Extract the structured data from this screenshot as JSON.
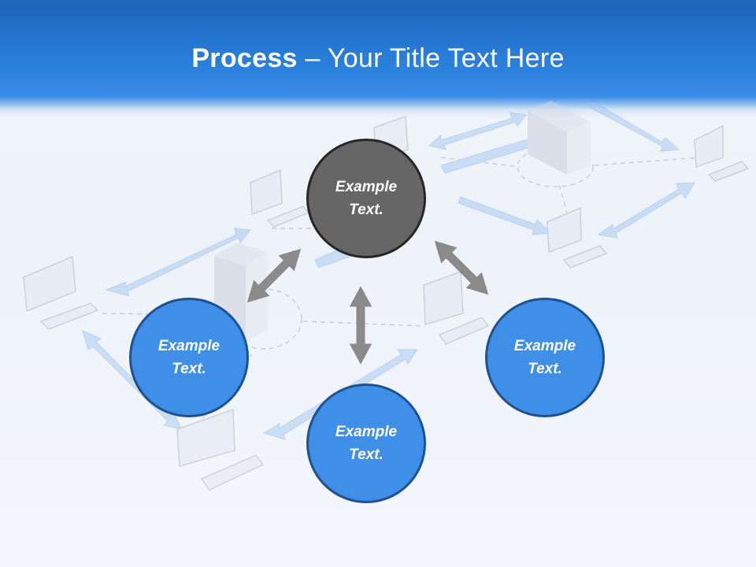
{
  "slide": {
    "title_bold": "Process",
    "title_rest": " – Your Title Text Here"
  },
  "nodes": {
    "top": "Example\nText.",
    "left": "Example\nText.",
    "bottom": "Example\nText.",
    "right": "Example\nText."
  },
  "colors": {
    "header_blue": "#2a80dd",
    "node_blue": "#3f8fe8",
    "node_blue_border": "#1f5190",
    "node_gray": "#666666",
    "arrow_gray": "#8a8a8a"
  }
}
